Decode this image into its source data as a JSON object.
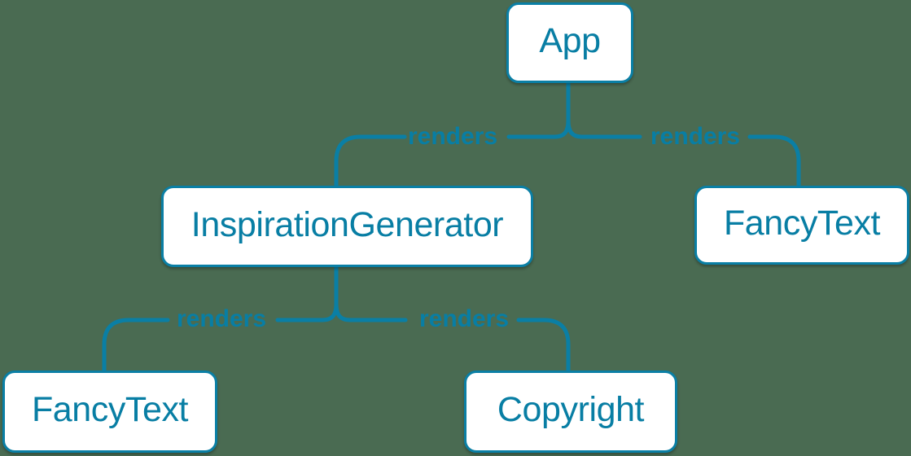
{
  "diagram": {
    "type": "component-render-tree",
    "colors": {
      "bg": "#4a6b52",
      "accent": "#087ea4",
      "line": "#0a7fa5",
      "node-fill": "#ffffff"
    },
    "nodes": [
      {
        "id": "app",
        "label": "App"
      },
      {
        "id": "inspiration-generator",
        "label": "InspirationGenerator"
      },
      {
        "id": "fancy-text-right",
        "label": "FancyText"
      },
      {
        "id": "fancy-text-left",
        "label": "FancyText"
      },
      {
        "id": "copyright",
        "label": "Copyright"
      }
    ],
    "edges": [
      {
        "from": "App",
        "to": "InspirationGenerator",
        "label": "renders"
      },
      {
        "from": "App",
        "to": "FancyText",
        "label": "renders"
      },
      {
        "from": "InspirationGenerator",
        "to": "FancyText",
        "label": "renders"
      },
      {
        "from": "InspirationGenerator",
        "to": "Copyright",
        "label": "renders"
      }
    ]
  }
}
